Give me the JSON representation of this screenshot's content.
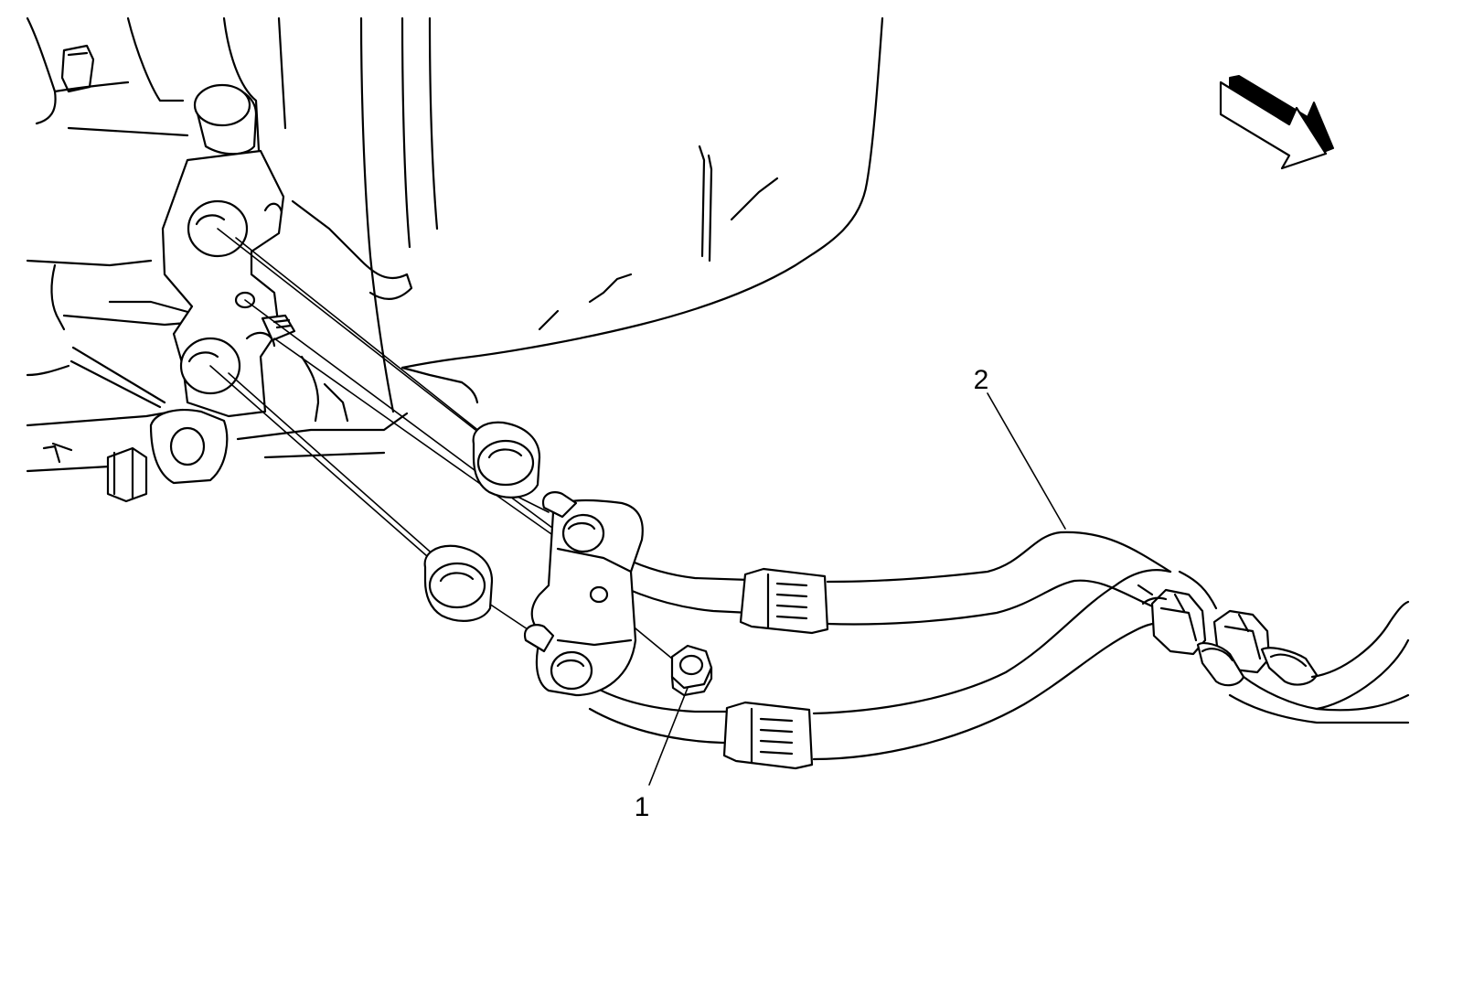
{
  "callouts": [
    {
      "id": "1",
      "label": "1",
      "part": "nut"
    },
    {
      "id": "2",
      "label": "2",
      "part": "cooler-lines"
    }
  ],
  "icons": {
    "direction_arrow": "front-direction-arrow-icon"
  },
  "colors": {
    "line": "#000000",
    "background": "#ffffff"
  }
}
